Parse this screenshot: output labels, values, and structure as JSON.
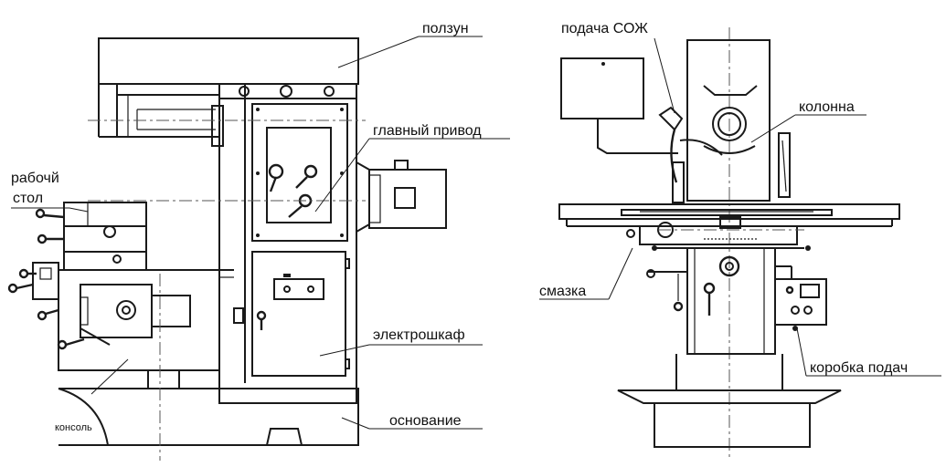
{
  "labels": {
    "polzun": "ползун",
    "glavny_privod": "главный привод",
    "rabochy_stol_1": "рабочй",
    "rabochy_stol_2": "стол",
    "elektroshkaf": "электрошкаф",
    "konsol": "консоль",
    "osnovanie": "основание",
    "podacha_sozh": "подача СОЖ",
    "kolonna": "колонна",
    "smazka": "смазка",
    "korobka_podach": "коробка подач"
  }
}
